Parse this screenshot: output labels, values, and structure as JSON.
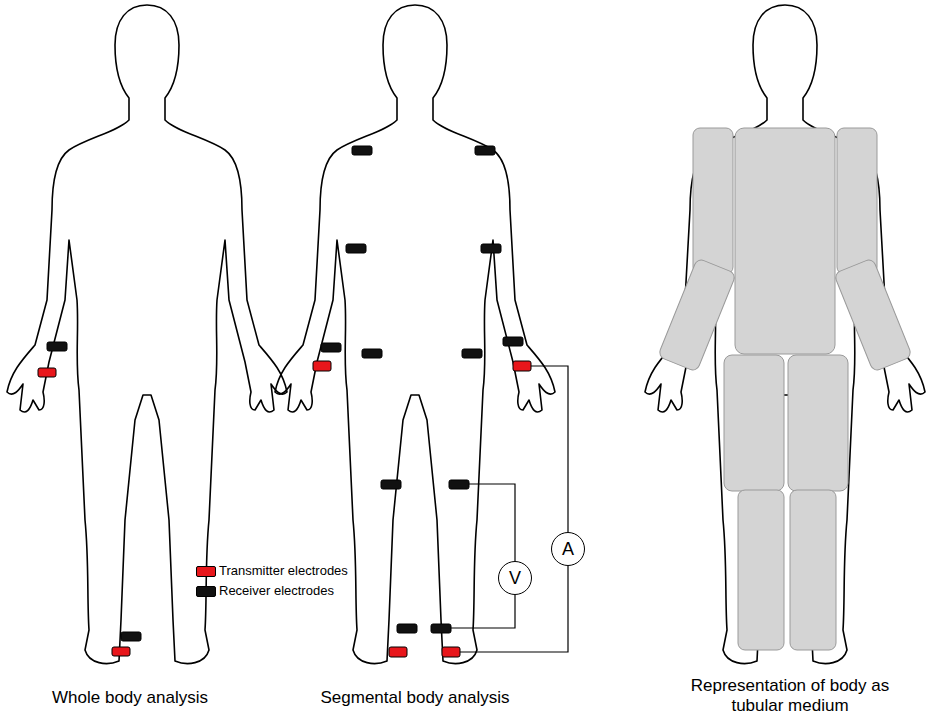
{
  "diagram": {
    "nodes": [
      {
        "text": [
          "V"
        ]
      },
      {
        "text": [
          "A"
        ]
      }
    ],
    "labels": [
      "Whole body analysis",
      "Segmental body analysis",
      "Representation of body as tubular medium"
    ],
    "legend": [
      {
        "text": "Transmitter electrodes",
        "color": "#e8161b"
      },
      {
        "text": "Receiver electrodes",
        "color": "#111111"
      }
    ]
  }
}
